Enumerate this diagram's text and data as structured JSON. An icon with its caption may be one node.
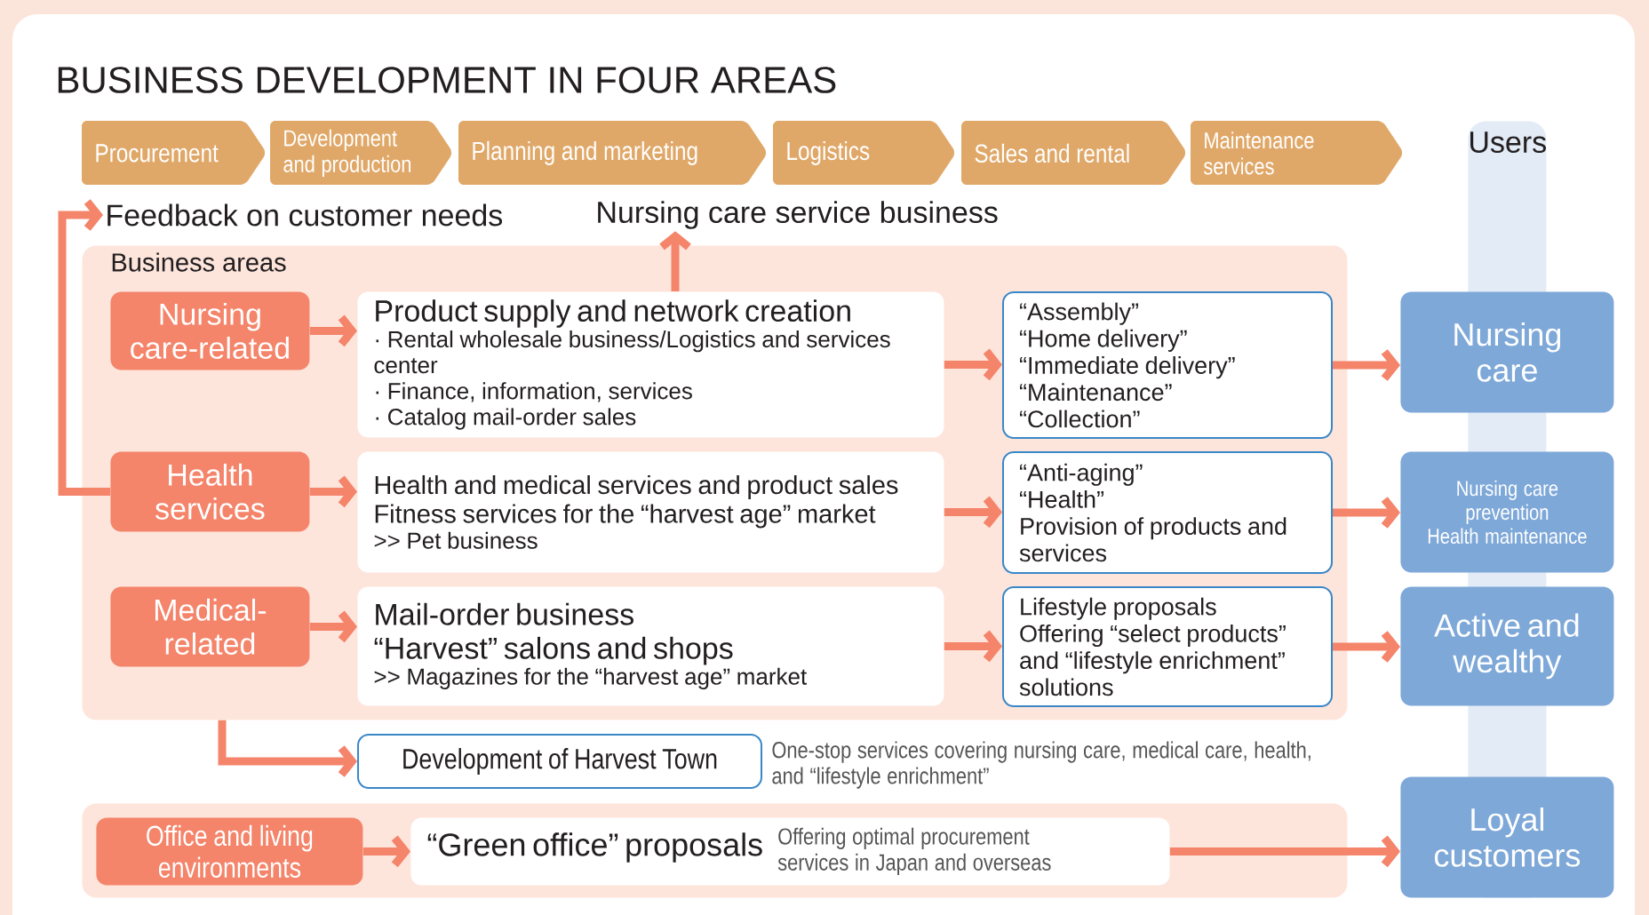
{
  "diagram": {
    "title": "BUSINESS DEVELOPMENT IN FOUR AREAS",
    "nodes": [
      {
        "text": [
          "Procurement"
        ]
      },
      {
        "text": [
          "Development and production"
        ]
      },
      {
        "text": [
          "Planning and marketing"
        ]
      },
      {
        "text": [
          "Logistics"
        ]
      },
      {
        "text": [
          "Sales and rental"
        ]
      },
      {
        "text": [
          "Maintenance services"
        ]
      },
      {
        "text": [
          "Users"
        ]
      },
      {
        "text": [
          "Feedback on customer needs"
        ]
      },
      {
        "text": [
          "Nursing care service business"
        ]
      },
      {
        "text": [
          "Business areas"
        ]
      },
      {
        "text": [
          "Nursing care-related"
        ],
        "in": 9
      },
      {
        "text": [
          "Product supply and network creation",
          "· Rental wholesale business/Logistics and services center",
          "· Finance, information, services",
          "· Catalog mail-order sales"
        ],
        "in": 9
      },
      {
        "text": [
          "“Assembly”",
          "“Home delivery”",
          "“Immediate delivery”",
          "“Maintenance”",
          "“Collection”"
        ],
        "in": 9
      },
      {
        "text": [
          "Health services"
        ],
        "in": 9
      },
      {
        "text": [
          "Health and medical services and product sales",
          "Fitness services for the “harvest age” market",
          ">> Pet business"
        ],
        "in": 9
      },
      {
        "text": [
          "“Anti-aging”",
          "“Health”",
          "Provision of products and services"
        ],
        "in": 9
      },
      {
        "text": [
          "Medical-related"
        ],
        "in": 9
      },
      {
        "text": [
          "Mail-order business",
          "“Harvest” salons and shops",
          ">> Magazines for the “harvest age” market"
        ],
        "in": 9
      },
      {
        "text": [
          "Lifestyle proposals",
          "Offering “select products” and “lifestyle enrichment” solutions"
        ],
        "in": 9
      },
      {
        "text": [
          "Development of Harvest Town"
        ],
        "beside": [
          "One-stop services covering nursing care, medical care, health, and “lifestyle enrichment”"
        ]
      },
      {
        "text": [],
        "shape": "box"
      },
      {
        "text": [
          "Office and living environments"
        ],
        "in": 20
      },
      {
        "text": [
          "“Green office” proposals",
          "Offering optimal procurement services in Japan and overseas"
        ],
        "in": 20
      },
      {
        "text": [
          "Nursing care"
        ]
      },
      {
        "text": [
          "Nursing care prevention",
          "Health maintenance"
        ]
      },
      {
        "text": [
          "Active and wealthy"
        ]
      },
      {
        "text": [
          "Loyal customers"
        ]
      }
    ],
    "edges": [
      {
        "from": 10,
        "to": 11,
        "arrow": "to"
      },
      {
        "from": 11,
        "to": 12,
        "arrow": "to"
      },
      {
        "from": 12,
        "to": 23,
        "arrow": "to"
      },
      {
        "from": 13,
        "to": 14,
        "arrow": "to"
      },
      {
        "from": 14,
        "to": 15,
        "arrow": "to"
      },
      {
        "from": 15,
        "to": 24,
        "arrow": "to"
      },
      {
        "from": 16,
        "to": 17,
        "arrow": "to"
      },
      {
        "from": 17,
        "to": 18,
        "arrow": "to"
      },
      {
        "from": 18,
        "to": 25,
        "arrow": "to"
      },
      {
        "from": 21,
        "to": 22,
        "arrow": "to"
      },
      {
        "from": 22,
        "to": 26,
        "arrow": "to"
      },
      {
        "from": 11,
        "to": 8,
        "arrow": "to"
      },
      {
        "from": 13,
        "to": 7,
        "arrow": "to"
      },
      {
        "from": 9,
        "to": 19,
        "arrow": "to"
      }
    ]
  }
}
